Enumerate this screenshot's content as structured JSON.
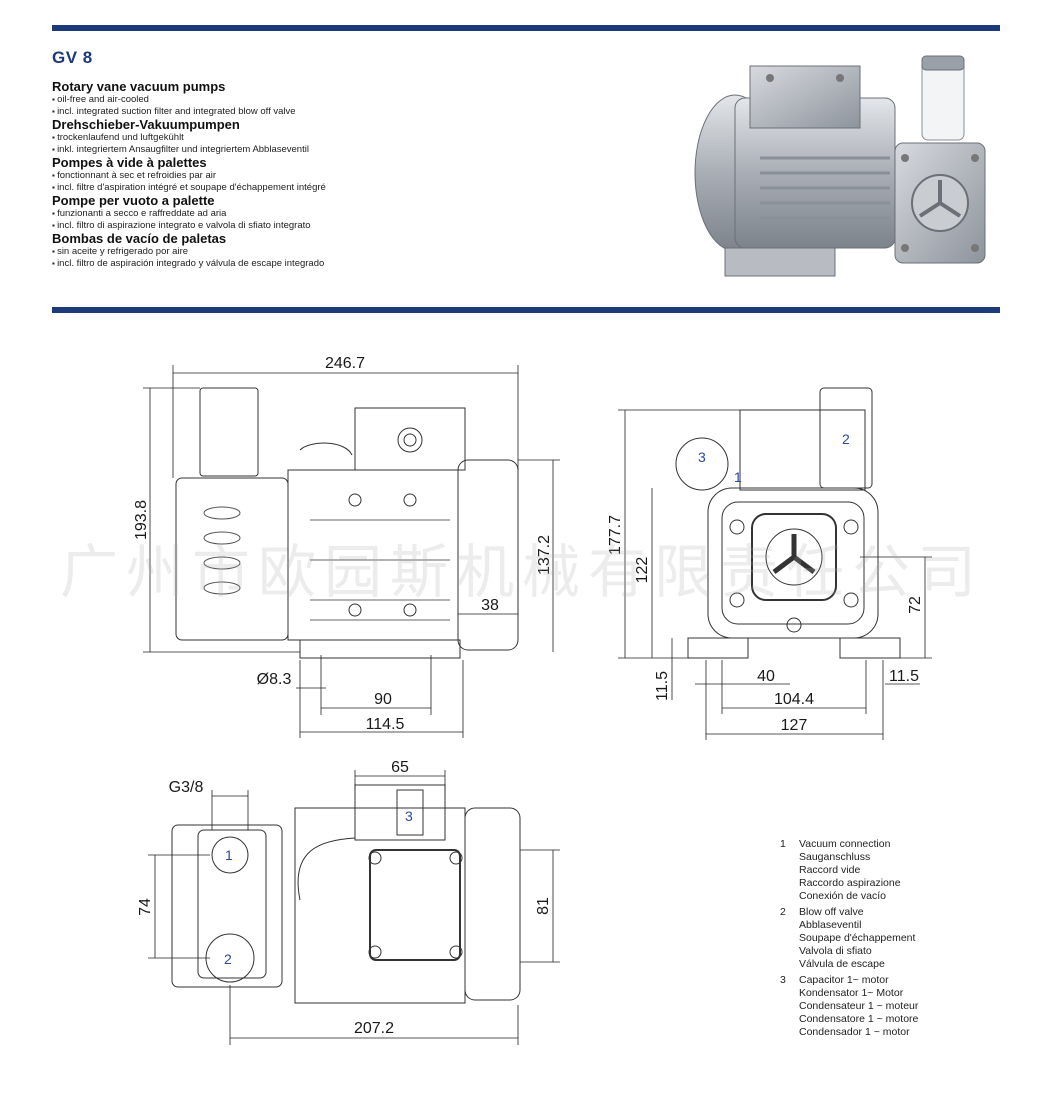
{
  "header": {
    "product": "GV 8",
    "languages": [
      {
        "heading": "Rotary vane vacuum pumps",
        "bullets": [
          "oil-free and air-cooled",
          "incl. integrated suction filter and integrated blow off valve"
        ]
      },
      {
        "heading": "Drehschieber-Vakuumpumpen",
        "bullets": [
          "trockenlaufend und luftgekühlt",
          "inkl. integriertem Ansaugfilter und integriertem Abblaseventil"
        ]
      },
      {
        "heading": "Pompes à vide à palettes",
        "bullets": [
          "fonctionnant à sec et refroidies par air",
          "incl. filtre d'aspiration intégré et soupape d'échappement intégré"
        ]
      },
      {
        "heading": "Pompe per vuoto a palette",
        "bullets": [
          "funzionanti a secco e raffreddate ad aria",
          "incl. filtro di aspirazione integrato e valvola di sfiato integrato"
        ]
      },
      {
        "heading": "Bombas de vacío de paletas",
        "bullets": [
          "sin aceite y refrigerado por aire",
          "incl. filtro de aspiración integrado y válvula de escape integrado"
        ]
      }
    ]
  },
  "dimensions": {
    "side": {
      "length": "246.7",
      "height": "193.8",
      "motor_height": "137.2",
      "motor_offset": "38",
      "hole": "Ø8.3",
      "foot_spacing": "90",
      "foot_length": "114.5"
    },
    "front": {
      "height": "177.7",
      "axis_height": "122",
      "lower_height": "72",
      "foot_thickness": "11.5",
      "foot_width": "40",
      "foot_right": "11.5",
      "hole_spacing": "104.4",
      "width": "127"
    },
    "top": {
      "port_thread": "G3/8",
      "box_width": "65",
      "port_spacing": "74",
      "motor_width": "81",
      "length": "207.2"
    }
  },
  "markers": {
    "one": "1",
    "two": "2",
    "three": "3"
  },
  "legend": [
    {
      "num": "1",
      "lines": [
        "Vacuum connection",
        "Sauganschluss",
        "Raccord vide",
        "Raccordo aspirazione",
        "Conexión de vacío"
      ]
    },
    {
      "num": "2",
      "lines": [
        "Blow off valve",
        "Abblaseventil",
        "Soupape d'échappement",
        "Valvola di sfiato",
        "Válvula de escape"
      ]
    },
    {
      "num": "3",
      "lines": [
        "Capacitor 1~ motor",
        "Kondensator 1~ Motor",
        "Condensateur 1 ~ moteur",
        "Condensatore 1 ~ motore",
        "Condensador 1 ~ motor"
      ]
    }
  ],
  "watermark": "广州市欧园斯机械有限责任公司",
  "colors": {
    "brand_bar": "#1c3a7a",
    "marker": "#2a4a9a"
  }
}
